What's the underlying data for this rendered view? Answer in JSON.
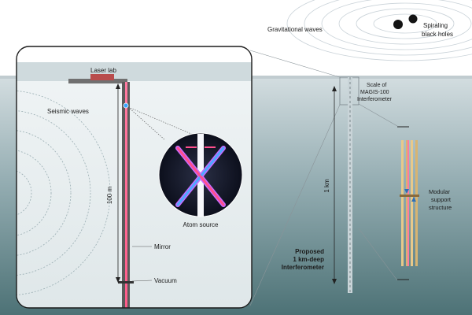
{
  "labels": {
    "gravitational_waves": "Gravitational waves",
    "spiraling_line1": "Spiraling",
    "spiraling_line2": "black holes",
    "laser_lab": "Laser lab",
    "seismic_waves": "Seismic waves",
    "depth_100m": "100 m",
    "atom_source": "Atom source",
    "mirror": "Mirror",
    "vacuum": "Vacuum",
    "scale_line1": "Scale of",
    "scale_line2": "MAGIS-100",
    "scale_line3": "Interferometer",
    "depth_1km": "1 km",
    "proposed_line1": "Proposed",
    "proposed_line2": "1 km-deep",
    "proposed_line3": "Interferometer",
    "modular_line1": "Modular",
    "modular_line2": "support",
    "modular_line3": "structure"
  },
  "colors": {
    "sky": "#ffffff",
    "ground_top": "#cfd9dd",
    "ground_bottom": "#4f7478",
    "inset_bg": "#e9eff0",
    "shaft": "#5c5c5c",
    "laser_pink": "#ff5c8a",
    "laser_blue": "#3ba4ff",
    "rail": "#e8c98a"
  }
}
